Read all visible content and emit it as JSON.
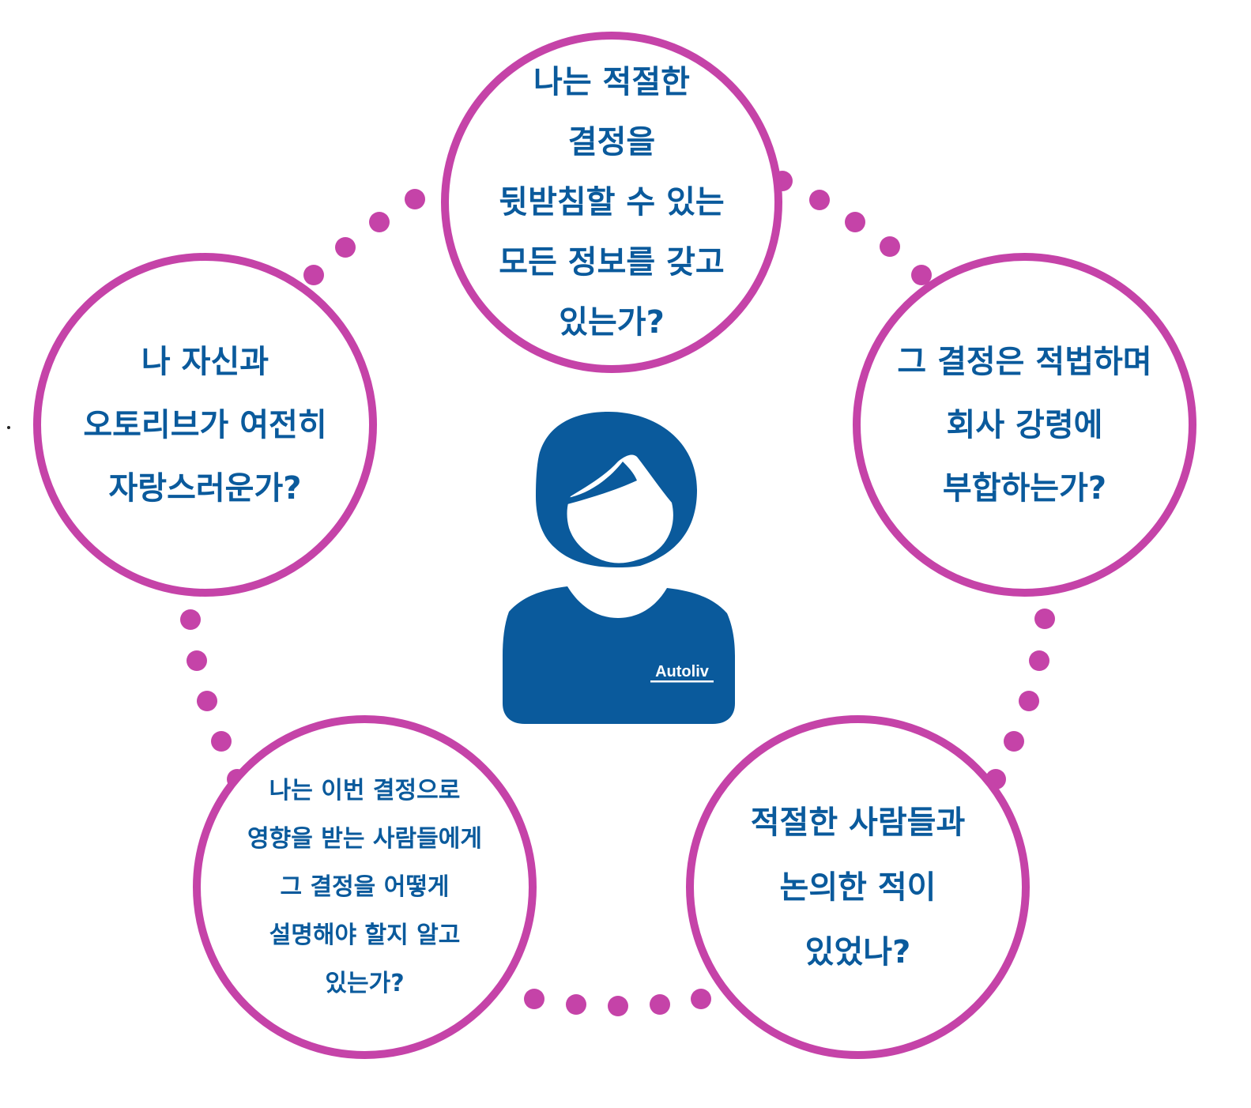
{
  "questions": {
    "top": "나는 적절한\n결정을\n뒷받침할 수 있는\n모든 정보를 갖고\n있는가?",
    "left": "나 자신과\n오토리브가 여전히\n자랑스러운가?",
    "right": "그 결정은 적법하며\n회사 강령에\n부합하는가?",
    "bottom_right": "적절한 사람들과\n논의한 적이\n있었나?",
    "bottom_left": "나는 이번 결정으로\n영향을 받는 사람들에게\n그 결정을 어떻게\n설명해야 할지 알고\n있는가?"
  },
  "person": {
    "logo": "Autoliv",
    "icon": "person-icon"
  },
  "colors": {
    "ring": "#c543a8",
    "text": "#0a5a9c",
    "person": "#0a5a9c"
  }
}
